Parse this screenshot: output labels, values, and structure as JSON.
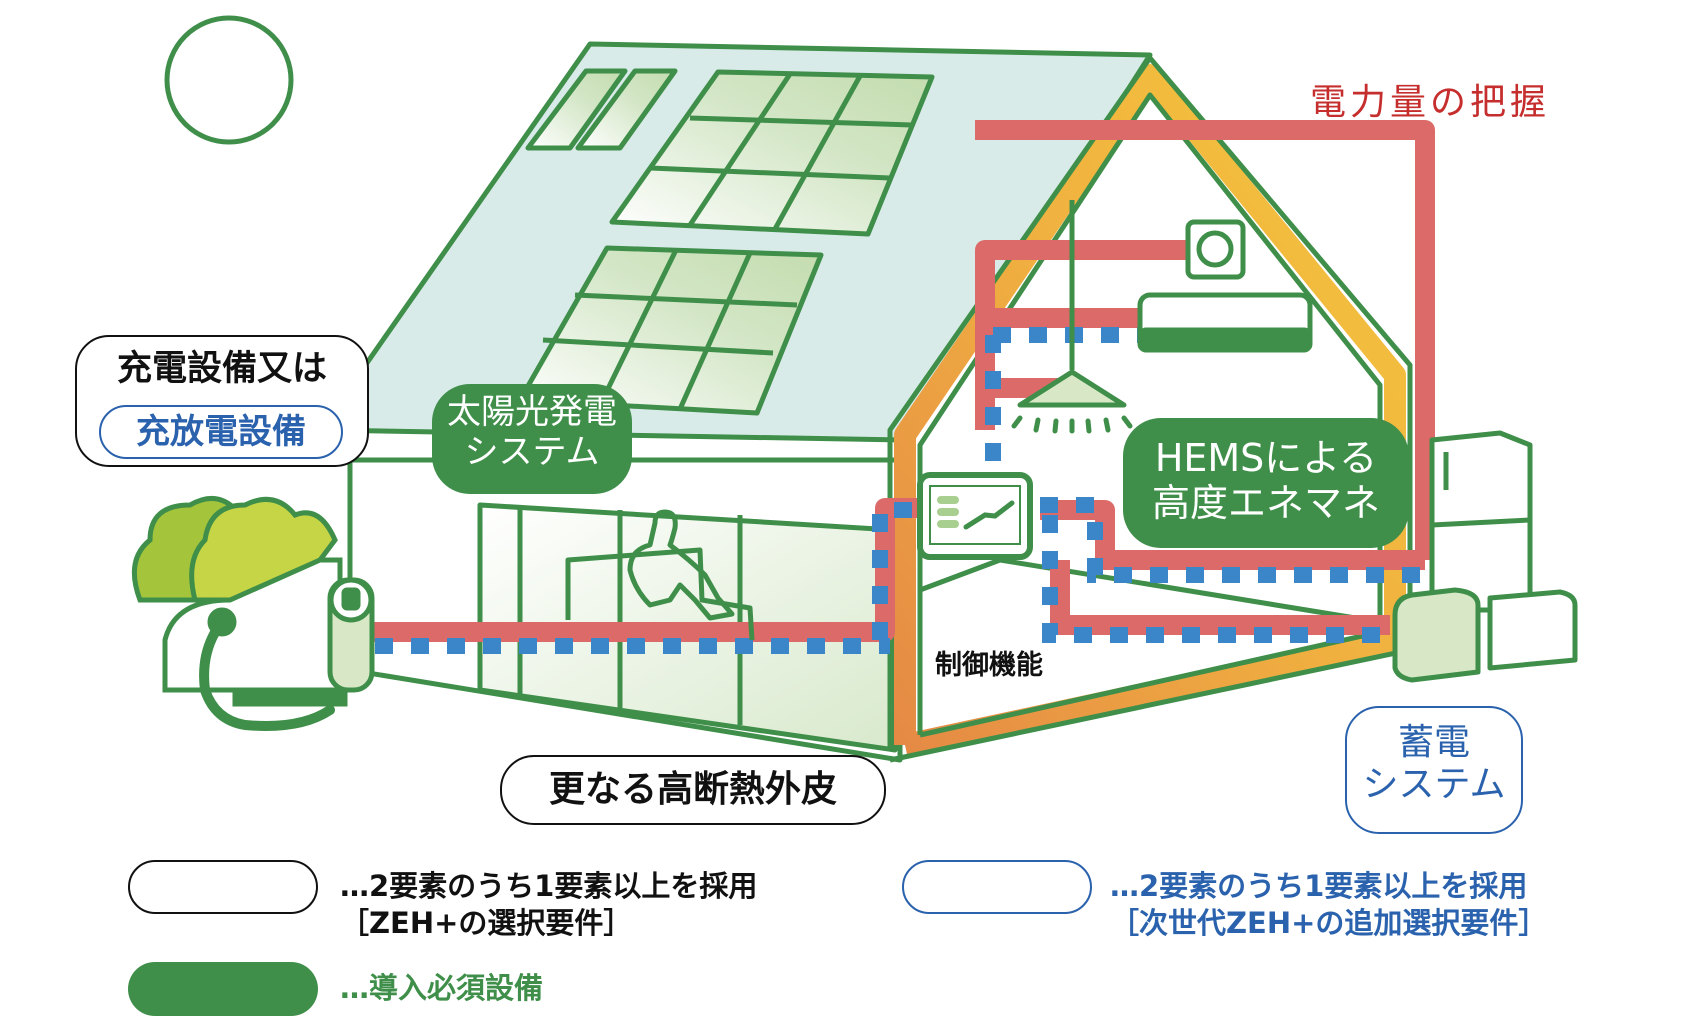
{
  "colors": {
    "house_green": "#3f8f4a",
    "power_red": "#dc6a68",
    "control_blue": "#3a86c8",
    "label_blue": "#2a62ad",
    "label_red": "#c62e2e",
    "roof_fill": "#d8ebe9",
    "panel_fill": "#cfe3c0"
  },
  "labels": {
    "power_measurement": "電力量の把握",
    "charging_line1": "充電設備又は",
    "charging_line2": "充放電設備",
    "solar_line1": "太陽光発電",
    "solar_line2": "システム",
    "hems_line1": "HEMSによる",
    "hems_line2": "高度エネマネ",
    "control_function": "制御機能",
    "insulation": "更なる高断熱外皮",
    "storage_line1": "蓄電",
    "storage_line2": "システム"
  },
  "legend": {
    "black": {
      "line1": "…2要素のうち1要素以上を採用",
      "line2": "［ZEH+の選択要件］"
    },
    "blue": {
      "line1": "…2要素のうち1要素以上を採用",
      "line2": "［次世代ZEH+の追加選択要件］"
    },
    "green": {
      "line1": "…導入必須設備"
    }
  },
  "icons": [
    "sun-icon",
    "solar-panel-icon",
    "tree-icon",
    "ev-car-icon",
    "ev-charger-icon",
    "hems-monitor-icon",
    "ventilation-fan-icon",
    "air-conditioner-icon",
    "ceiling-lamp-icon",
    "refrigerator-icon",
    "storage-battery-icon",
    "sofa-person-icon"
  ]
}
